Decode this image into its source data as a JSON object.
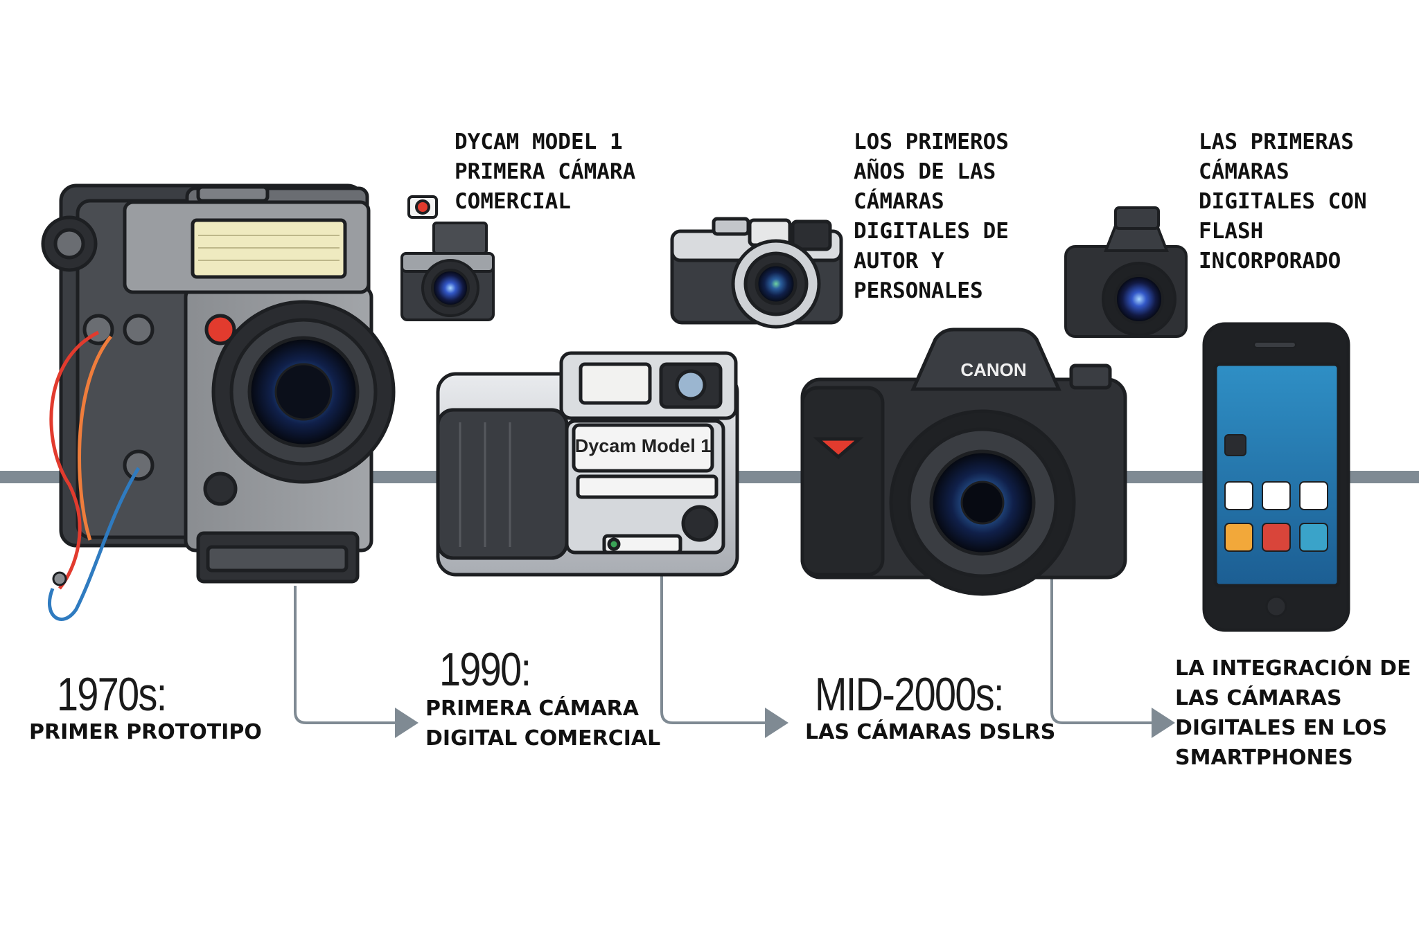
{
  "timeline": [
    {
      "era": "1970s:",
      "description": "PRIMER PROTOTIPO"
    },
    {
      "era": "1990:",
      "description": "PRIMERA CÁMARA\nDIGITAL COMERCIAL"
    },
    {
      "era": "MID-2000s:",
      "description": "LAS CÁMARAS DSLRS"
    },
    {
      "era": "",
      "description": "LA INTEGRACIÓN DE\nLAS CÁMARAS\nDIGITALES EN LOS\nSMARTPHONES"
    }
  ],
  "callouts": [
    "DYCAM MODEL 1\nPRIMERA CÁMARA\nCOMERCIAL",
    "LOS PRIMEROS\nAÑOS DE LAS\nCÁMARAS\nDIGITALES DE\nAUTOR Y\nPERSONALES",
    "LAS PRIMERAS\nCÁMARAS\nDIGITALES CON\nFLASH\nINCORPORADO"
  ],
  "camera_labels": {
    "dycam_plate": "Dycam Model 1",
    "dslr_brand": "CANON"
  },
  "colors": {
    "timeline": "#7f8a93",
    "camera_body": "#3a3d42",
    "camera_metal": "#c9ccd0",
    "accent_red": "#e23b2e"
  }
}
